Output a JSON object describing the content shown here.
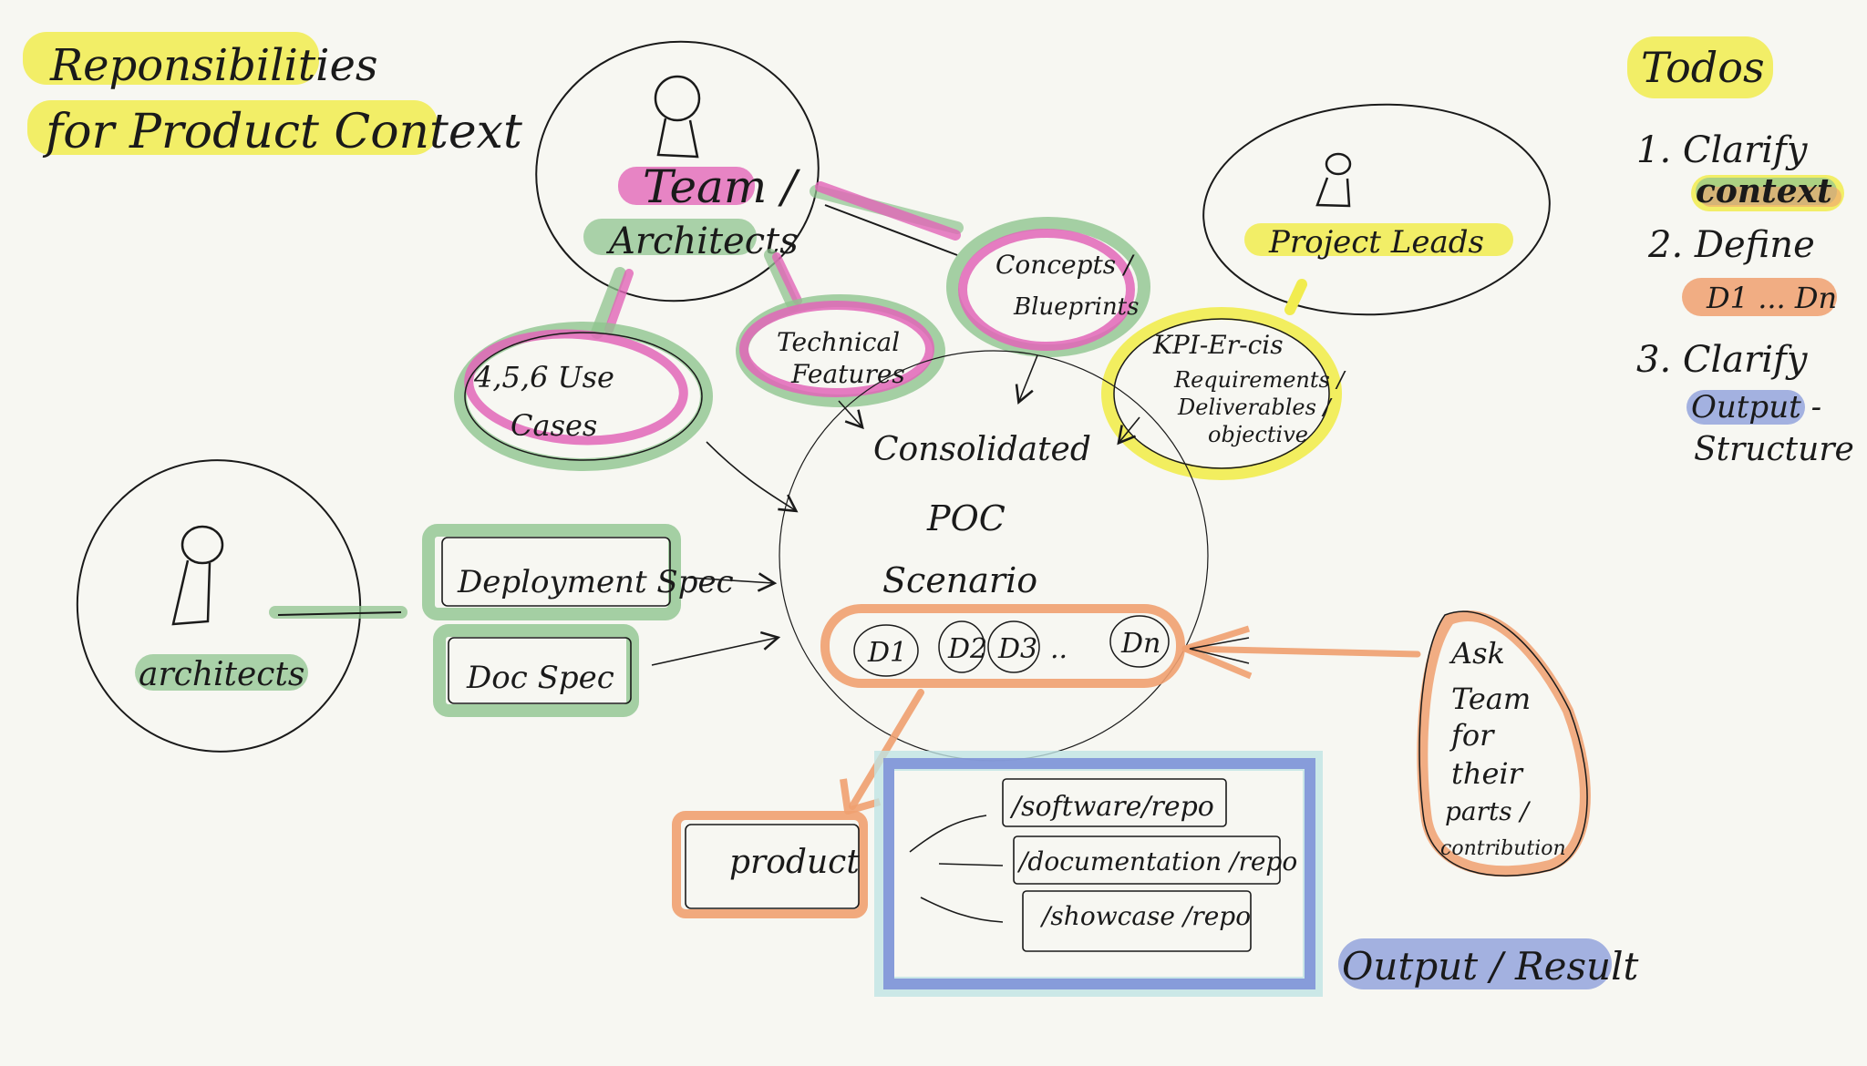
{
  "colors": {
    "yellow": "#f1ec4f",
    "pink": "#e266b8",
    "green": "#8fc48f",
    "orange": "#f0a070",
    "blue": "#7f93d8",
    "lightblue": "#bfe3e3",
    "ink": "#1a1a1a"
  },
  "title": {
    "line1": "Reponsibilities",
    "line2": "for Product Context"
  },
  "team_architects": {
    "icon": "person-icon",
    "line1": "Team /",
    "line2": "Architects"
  },
  "project_leads": {
    "icon": "person-icon",
    "label": "Project Leads"
  },
  "architect": {
    "icon": "person-icon",
    "label": "architects"
  },
  "use_cases": {
    "line1": "4,5,6  Use",
    "line2": "Cases"
  },
  "technical_features": {
    "line1": "Technical",
    "line2": "Features"
  },
  "concepts": {
    "line1": "Concepts /",
    "line2": "Blueprints"
  },
  "kpis": {
    "line1": "KPI-Er-cis",
    "line2": "Requirements /",
    "line3": "Deliverables /",
    "line4": "objective"
  },
  "poc": {
    "line1": "Consolidated",
    "line2": "POC",
    "line3": "Scenario"
  },
  "deliverables": [
    "D1",
    "D2",
    "D3",
    "..",
    "Dn"
  ],
  "specs": {
    "deployment": "Deployment Spec",
    "doc": "Doc Spec"
  },
  "ask_team": {
    "lines": [
      "Ask",
      "Team",
      "for",
      "their",
      "parts /",
      "contribution"
    ]
  },
  "product": {
    "label": "product"
  },
  "outputs": {
    "software": "/software/repo",
    "documentation": "/documentation /repo",
    "showcase": "/showcase /repo",
    "label": "Output / Result"
  },
  "todos": {
    "title": "Todos",
    "item1_prefix": "1. Clarify",
    "item1_highlight": "context",
    "item2_prefix": "2. Define",
    "item2_highlight": "D1 ... Dn",
    "item3_prefix": "3. Clarify",
    "item3_highlight": "Output -",
    "item3_suffix": "Structure"
  }
}
